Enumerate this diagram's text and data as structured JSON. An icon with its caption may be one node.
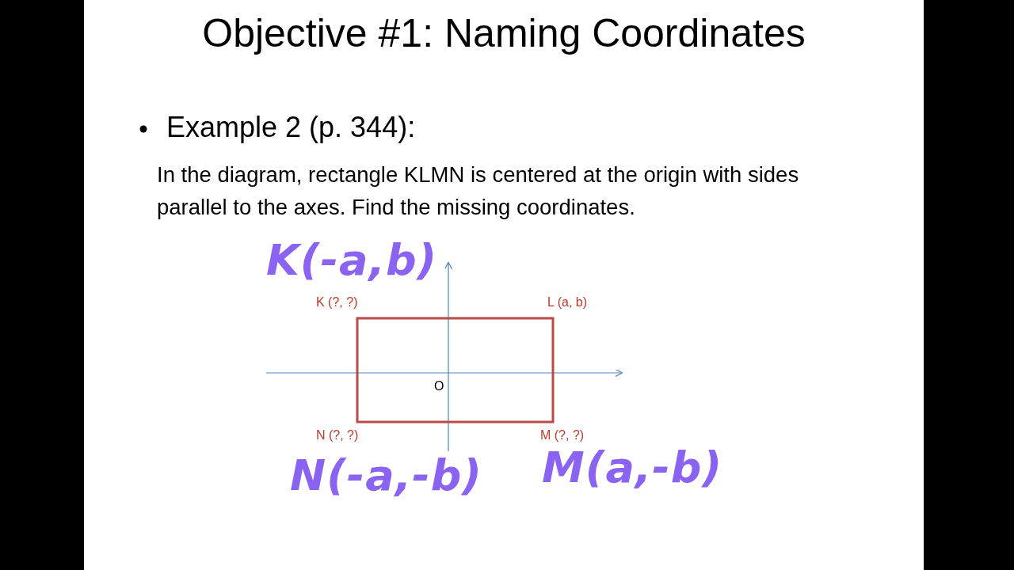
{
  "diagram": {
    "title": "Objective #1: Naming Coordinates",
    "labels": [
      "Example 2 (p. 344):",
      "In the diagram, rectangle KLMN is centered at the origin with sides parallel to the axes.  Find the missing coordinates.",
      "K(-a,b)",
      "K (?, ?)",
      "L (a, b)",
      "O",
      "N (?, ?)",
      "M (?, ?)",
      "N(-a,-b)",
      "M(a,-b)"
    ]
  }
}
